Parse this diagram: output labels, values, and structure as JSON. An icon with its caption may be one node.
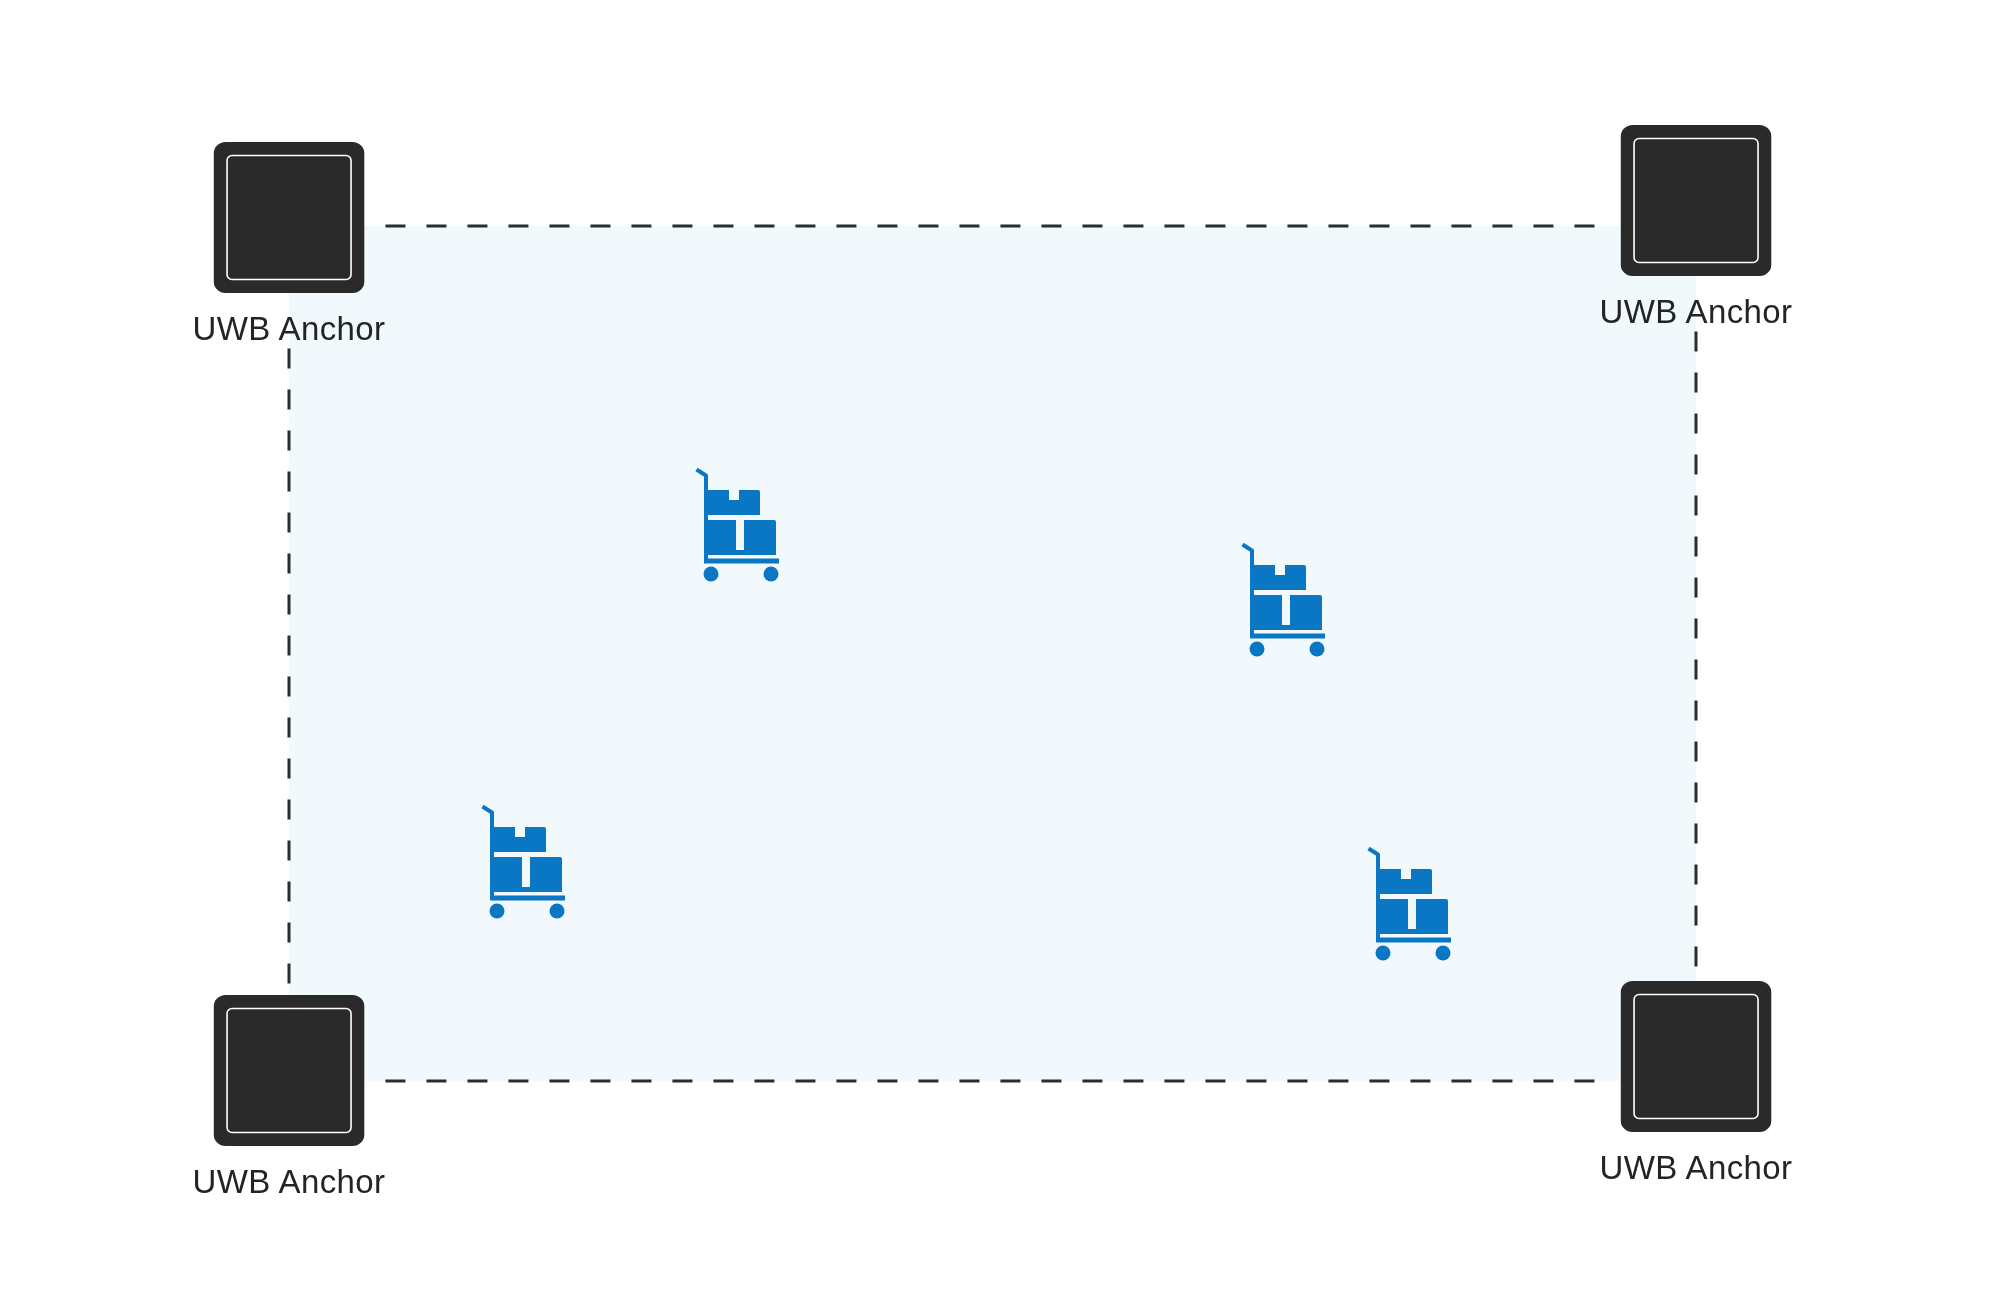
{
  "diagram": {
    "nodes": [
      {
        "text": [
          "UWB Anchor"
        ]
      },
      {
        "text": [
          "UWB Anchor"
        ]
      },
      {
        "text": [
          "UWB Anchor"
        ]
      },
      {
        "text": [
          "UWB Anchor"
        ]
      }
    ],
    "edges": [
      {
        "from": 0,
        "to": 1,
        "arrow": "none",
        "style": "dashed"
      },
      {
        "from": 0,
        "to": 2,
        "arrow": "none",
        "style": "dashed"
      },
      {
        "from": 1,
        "to": 3,
        "arrow": "none",
        "style": "dashed"
      },
      {
        "from": 2,
        "to": 3,
        "arrow": "none",
        "style": "dashed"
      }
    ]
  }
}
